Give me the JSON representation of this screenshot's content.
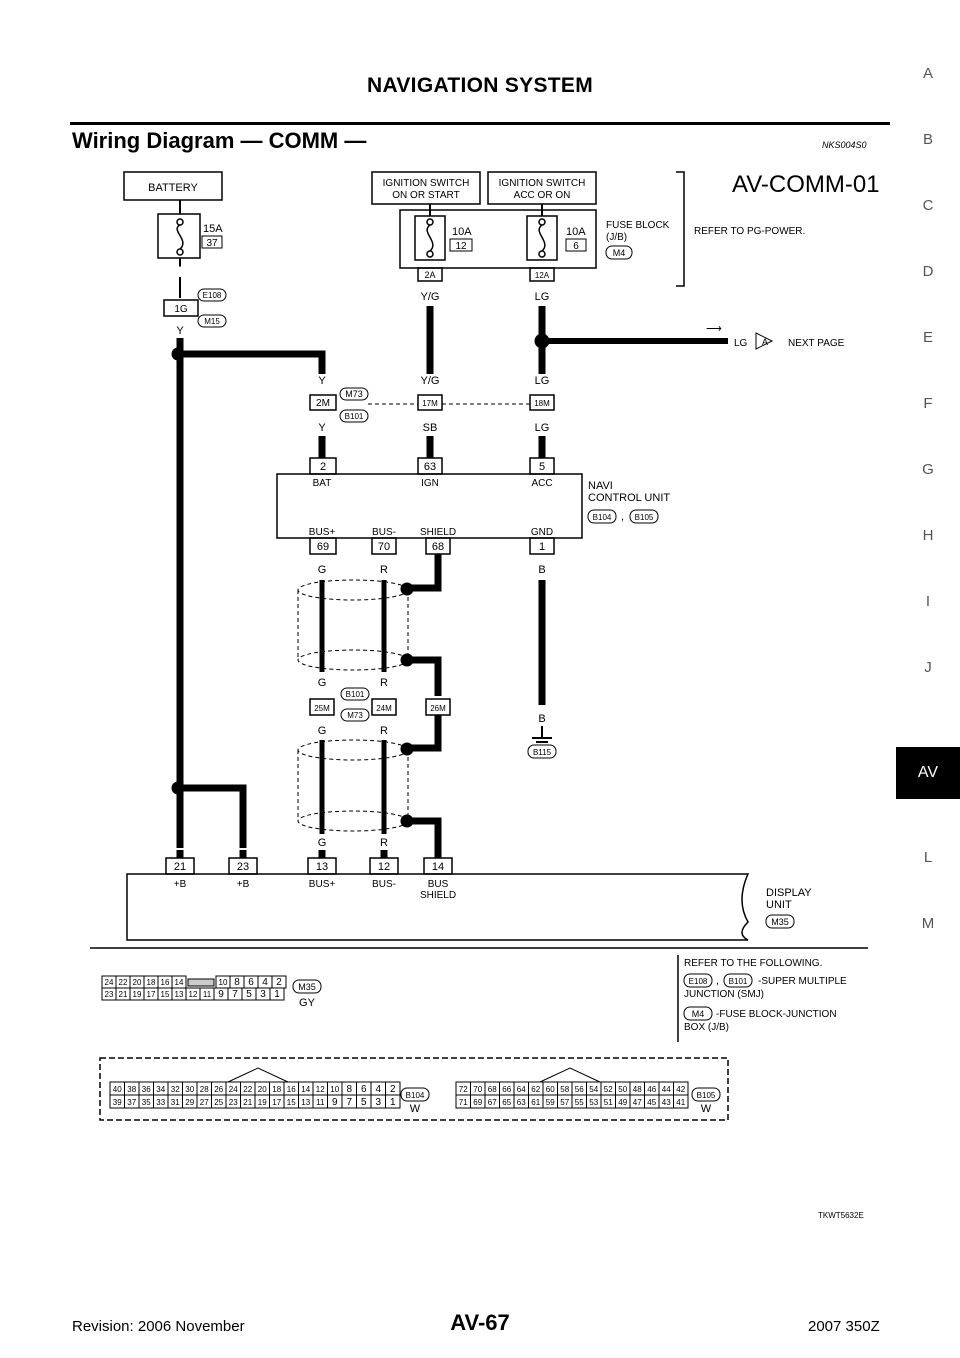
{
  "header": {
    "title": "NAVIGATION SYSTEM"
  },
  "section": {
    "title": "Wiring Diagram — COMM —",
    "code": "NKS004S0"
  },
  "diagram": {
    "id": "AV-COMM-01",
    "battery": "BATTERY",
    "fuse_batt": {
      "amp": "15A",
      "no": "37"
    },
    "ign_on": [
      "IGNITION SWITCH",
      "ON OR START"
    ],
    "ign_acc": [
      "IGNITION SWITCH",
      "ACC OR ON"
    ],
    "fuse_ign": {
      "amp": "10A",
      "no": "12"
    },
    "fuse_acc": {
      "amp": "10A",
      "no": "6"
    },
    "fuse_block": [
      "FUSE BLOCK",
      "(J/B)"
    ],
    "fuse_block_conn": "M4",
    "refer_pg": "REFER TO PG-POWER.",
    "conn_2a": "2A",
    "conn_12a": "12A",
    "conn_1g": "1G",
    "e108": "E108",
    "m15": "M15",
    "m73": "M73",
    "b101": "B101",
    "conn_2m": "2M",
    "conn_17m": "17M",
    "conn_18m": "18M",
    "conn_25m": "25M",
    "conn_24m": "24M",
    "conn_26m": "26M",
    "next_page": {
      "wire": "LG",
      "mark": "A",
      "text": "NEXT PAGE"
    },
    "colors": {
      "y": "Y",
      "yg": "Y/G",
      "lg": "LG",
      "sb": "SB",
      "g": "G",
      "r": "R",
      "b": "B"
    },
    "navi": {
      "name": [
        "NAVI",
        "CONTROL UNIT"
      ],
      "conn1": "B104",
      "sep": ",",
      "conn2": "B105",
      "top_pins": [
        {
          "no": "2",
          "label": "BAT"
        },
        {
          "no": "63",
          "label": "IGN"
        },
        {
          "no": "5",
          "label": "ACC"
        }
      ],
      "bottom_pins": [
        {
          "no": "69",
          "label": "BUS+"
        },
        {
          "no": "70",
          "label": "BUS-"
        },
        {
          "no": "68",
          "label": "SHIELD"
        },
        {
          "no": "1",
          "label": "GND"
        }
      ]
    },
    "ground": "B115",
    "display": {
      "name": [
        "DISPLAY",
        "UNIT"
      ],
      "conn": "M35",
      "pins": [
        {
          "no": "21",
          "label": "+B"
        },
        {
          "no": "23",
          "label": "+B"
        },
        {
          "no": "13",
          "label": "BUS+"
        },
        {
          "no": "12",
          "label": "BUS-"
        },
        {
          "no": "14",
          "label": "BUS",
          "label2": "SHIELD"
        }
      ]
    },
    "m35_conn": {
      "name": "M35",
      "color": "GY",
      "top": [
        "24",
        "22",
        "20",
        "18",
        "16",
        "14",
        "10",
        "8",
        "6",
        "4",
        "2"
      ],
      "bottom": [
        "23",
        "21",
        "19",
        "17",
        "15",
        "13",
        "12",
        "11",
        "9",
        "7",
        "5",
        "3",
        "1"
      ]
    },
    "refer_following": {
      "title": "REFER TO THE FOLLOWING.",
      "c1": "E108",
      "sep": ",",
      "c2": "B101",
      "smj": [
        "-SUPER MULTIPLE",
        "JUNCTION (SMJ)"
      ],
      "c3": "M4",
      "jb": [
        "-FUSE BLOCK-JUNCTION",
        "BOX (J/B)"
      ]
    },
    "b104_conn": {
      "name": "B104",
      "color": "W",
      "top": [
        "40",
        "38",
        "36",
        "34",
        "32",
        "30",
        "28",
        "26",
        "24",
        "22",
        "20",
        "18",
        "16",
        "14",
        "12",
        "10",
        "8",
        "6",
        "4",
        "2"
      ],
      "bottom": [
        "39",
        "37",
        "35",
        "33",
        "31",
        "29",
        "27",
        "25",
        "23",
        "21",
        "19",
        "17",
        "15",
        "13",
        "11",
        "9",
        "7",
        "5",
        "3",
        "1"
      ]
    },
    "b105_conn": {
      "name": "B105",
      "color": "W",
      "top": [
        "72",
        "70",
        "68",
        "66",
        "64",
        "62",
        "60",
        "58",
        "56",
        "54",
        "52",
        "50",
        "48",
        "46",
        "44",
        "42"
      ],
      "bottom": [
        "71",
        "69",
        "67",
        "65",
        "63",
        "61",
        "59",
        "57",
        "55",
        "53",
        "51",
        "49",
        "47",
        "45",
        "43",
        "41"
      ]
    }
  },
  "figure_code": "TKWT5632E",
  "side_tabs": [
    "A",
    "B",
    "C",
    "D",
    "E",
    "F",
    "G",
    "H",
    "I",
    "J",
    "AV",
    "L",
    "M"
  ],
  "active_tab": "AV",
  "footer": {
    "revision": "Revision: 2006 November",
    "page": "AV-67",
    "model": "2007 350Z"
  }
}
